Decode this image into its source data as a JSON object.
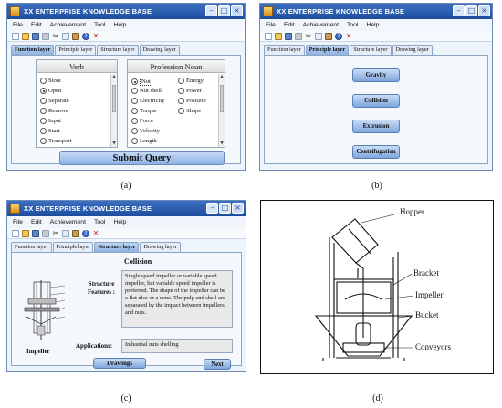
{
  "window": {
    "title": "XX ENTERPRISE KNOWLEDGE BASE",
    "min_glyph": "–",
    "max_glyph": "□",
    "close_glyph": "×"
  },
  "menu": [
    "File",
    "Edit",
    "Achievement",
    "Tool",
    "Help"
  ],
  "toolbar": [
    "new-icon",
    "open-icon",
    "save-icon",
    "print-icon",
    "cut-icon",
    "copy-icon",
    "paste-icon",
    "help-icon",
    "delete-icon"
  ],
  "tabs": [
    "Function layer",
    "Principle layer",
    "Structure layer",
    "Drawing layer"
  ],
  "panel_a": {
    "caption": "(a)",
    "verb": {
      "heading": "Verb",
      "items": [
        "Store",
        "Open",
        "Separate",
        "Remove",
        "Input",
        "Start",
        "Transport"
      ],
      "selected": "Open"
    },
    "noun": {
      "heading": "Profession Noun",
      "col1": [
        "Nut",
        "Nut shell",
        "Electricity",
        "Torque",
        "Force",
        "Velocity",
        "Length"
      ],
      "col2": [
        "Energy",
        "Power",
        "Position",
        "Shape"
      ],
      "selected": "Nut"
    },
    "submit_label": "Submit Query"
  },
  "panel_b": {
    "caption": "(b)",
    "buttons": [
      "Gravity",
      "Collision",
      "Extrusion",
      "Centrifugation"
    ]
  },
  "panel_c": {
    "caption": "(c)",
    "heading": "Collision",
    "structure_label": "Structure Features :",
    "structure_text": "Single speed impeller or variable speed impeller, but variable speed impeller is preferred. The shape of the impeller can be a flat disc or a cone. The pulp and shell are separated by the impact between impellers and nuts.",
    "applications_label": "Applications:",
    "applications_text": "Industrial nuts shelling",
    "image_caption": "Impeller",
    "drawings_label": "Drawings",
    "next_label": "Next"
  },
  "panel_d": {
    "caption": "(d)",
    "labels": [
      "Hopper",
      "Bracket",
      "Impeller",
      "Bucket",
      "Conveyors"
    ]
  }
}
